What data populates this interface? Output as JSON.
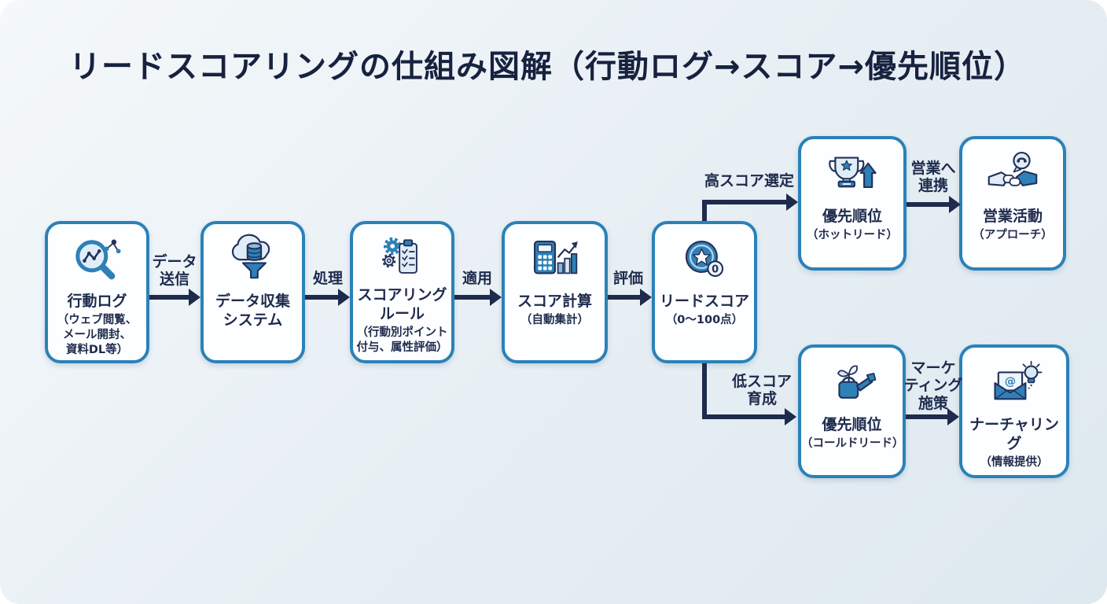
{
  "title": "リードスコアリングの仕組み図解（行動ログ→スコア→優先順位）",
  "colors": {
    "canvas_bg": "#e9f0f5",
    "node_border": "#2b81b8",
    "node_bg": "#fdfeff",
    "text_navy": "#1e2b4d",
    "arrow_navy": "#1e2b4d",
    "icon_blue": "#2e81b8",
    "icon_light_blue": "#d7e8f5"
  },
  "nodes": {
    "behavior_log": {
      "title": "行動ログ",
      "sub": "（ウェブ閲覧、\nメール開封、\n資料DL等）",
      "icon": "magnifier-chart-icon"
    },
    "data_collection": {
      "title": "データ収集\nシステム",
      "sub": "",
      "icon": "cloud-database-funnel-icon"
    },
    "scoring_rule": {
      "title": "スコアリング\nルール",
      "sub": "（行動別ポイント\n付与、属性評価）",
      "icon": "gears-checklist-icon"
    },
    "score_calc": {
      "title": "スコア計算",
      "sub": "（自動集計）",
      "icon": "calculator-bar-chart-icon"
    },
    "lead_score": {
      "title": "リードスコア",
      "sub": "（0〜100点）",
      "icon": "star-coin-icon",
      "badge": "0"
    },
    "priority_hot": {
      "title": "優先順位",
      "sub": "（ホットリード）",
      "icon": "trophy-up-arrow-icon"
    },
    "sales_activity": {
      "title": "営業活動",
      "sub": "（アプローチ）",
      "icon": "handshake-phone-icon"
    },
    "priority_cold": {
      "title": "優先順位",
      "sub": "（コールドリード）",
      "icon": "watering-can-sprout-icon"
    },
    "nurturing": {
      "title": "ナーチャリング",
      "sub": "（情報提供）",
      "icon": "envelope-bulb-icon"
    }
  },
  "edges": {
    "send": "データ\n送信",
    "process": "処理",
    "apply": "適用",
    "evaluate": "評価",
    "high_score": "高スコア選定",
    "to_sales": "営業へ\n連携",
    "low_score": "低スコア\n育成",
    "marketing": "マーケ\nティング\n施策"
  }
}
